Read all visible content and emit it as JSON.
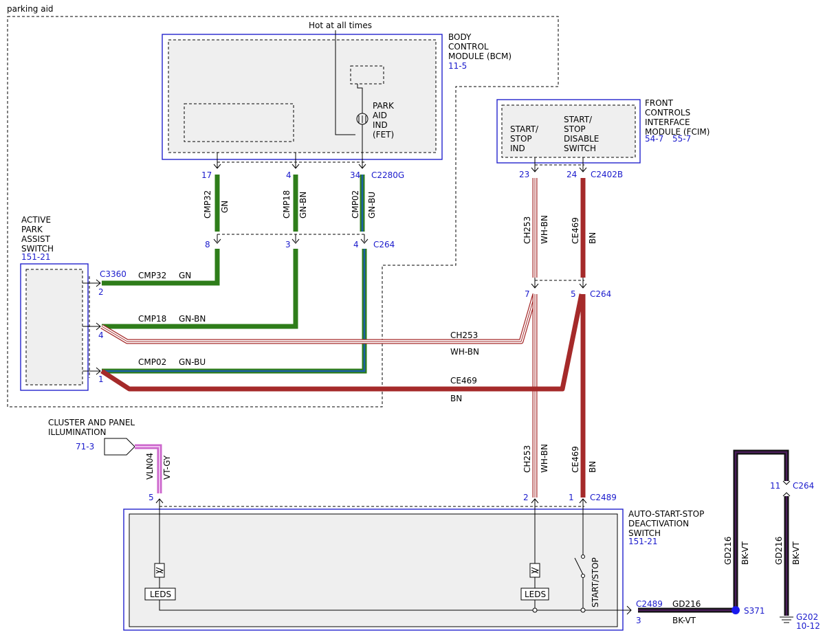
{
  "diagram": {
    "title": "parking aid",
    "hot_label": "Hot at all times",
    "bcm": {
      "name": [
        "BODY",
        "CONTROL",
        "MODULE (BCM)"
      ],
      "ref": "11-5",
      "fet": [
        "PARK",
        "AID",
        "IND",
        "(FET)"
      ],
      "connector": "C2280G"
    },
    "fcim": {
      "name": [
        "FRONT",
        "CONTROLS",
        "INTERFACE",
        "MODULE (FCIM)"
      ],
      "ref1": "54-7",
      "ref2": "55-7",
      "ind": [
        "START/",
        "STOP",
        "IND"
      ],
      "switch": [
        "START/",
        "STOP",
        "DISABLE",
        "SWITCH"
      ],
      "connector": "C2402B"
    },
    "apas": {
      "name": [
        "ACTIVE",
        "PARK",
        "ASSIST",
        "SWITCH"
      ],
      "ref": "151-21",
      "connector": "C3360"
    },
    "cluster": {
      "name": [
        "CLUSTER AND PANEL",
        "ILLUMINATION"
      ],
      "ref": "71-3"
    },
    "ass": {
      "name": [
        "AUTO-START-STOP",
        "DEACTIVATION",
        "SWITCH"
      ],
      "ref": "151-21",
      "leds": "LEDS",
      "switch_label": "START/STOP",
      "connector": "C2489"
    },
    "splice": "S371",
    "ground": {
      "name": "G202",
      "ref": "10-12"
    },
    "inline_connector": "C264",
    "pins": {
      "p17": "17",
      "p4": "4",
      "p34": "34",
      "p8": "8",
      "p3": "3",
      "p4b": "4",
      "p2": "2",
      "p4c": "4",
      "p1": "1",
      "p23": "23",
      "p24": "24",
      "p7": "7",
      "p5": "5",
      "p5b": "5",
      "p2b": "2",
      "p1b": "1",
      "p3b": "3",
      "p11": "11"
    },
    "wires": {
      "cmp32": "CMP32",
      "gn": "GN",
      "cmp18": "CMP18",
      "gnbn": "GN-BN",
      "cmp02": "CMP02",
      "gnbu": "GN-BU",
      "ch253": "CH253",
      "whbn": "WH-BN",
      "ce469": "CE469",
      "bn": "BN",
      "vln04": "VLN04",
      "vtgy": "VT-GY",
      "gd216": "GD216",
      "bkvt": "BK-VT"
    },
    "colors": {
      "gn": "#2e7d1a",
      "bu": "#1b5fa8",
      "bn": "#a52a2a",
      "wh": "#ffffff",
      "vt": "#4a1e5a",
      "bk": "#111111",
      "vtgy": "#cc66cc",
      "bus": "#2222cc"
    }
  }
}
